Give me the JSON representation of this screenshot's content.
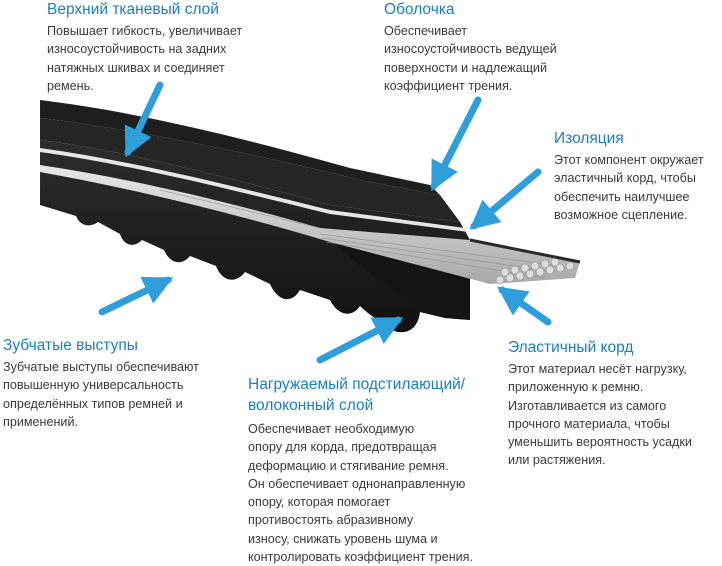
{
  "colors": {
    "heading": "#1a7fc1",
    "body_text": "#3a3a3a",
    "arrow": "#2f9fdc",
    "belt_rubber": "#1b1b1b",
    "cord": "#c9c9c9"
  },
  "icons": [
    "arrow-pointer-icon"
  ],
  "callouts": {
    "top_fabric": {
      "title": "Верхний тканевый слой",
      "text": "Повышает гибкость, увеличивает\nизносоустойчивость на задних\nнатяжных шкивах и соединяет\nремень."
    },
    "cover": {
      "title": "Оболочка",
      "text": "Обеспечивает\nизносоустойчивость ведущей\nповерхности и надлежащий\nкоэффициент трения."
    },
    "insulation": {
      "title": "Изоляция",
      "text": "Этот компонент окружает\nэластичный корд, чтобы\nобеспечить наилучшее\nвозможное сцепление."
    },
    "teeth": {
      "title": "Зубчатые выступы",
      "text": "Зубчатые выступы обеспечивают\nповышенную универсальность\nопределённых типов ремней и\nприменений."
    },
    "cushion": {
      "title": "Нагружаемый подстилающий/\nволоконный слой",
      "text": "Обеспечивает необходимую\nопору для корда, предотвращая\nдеформацию и стягивание ремня.\nОн обеспечивает однонаправленную\nопору, которая помогает\nпротивостоять абразивному\nизносу, снижать уровень шума и\nконтролировать коэффициент трения."
    },
    "cord": {
      "title": "Эластичный корд",
      "text": "Этот материал несёт нагрузку,\nприложенную к ремню.\nИзготавливается из самого\nпрочного материала, чтобы\nуменьшить вероятность усадки\nили растяжения."
    }
  }
}
